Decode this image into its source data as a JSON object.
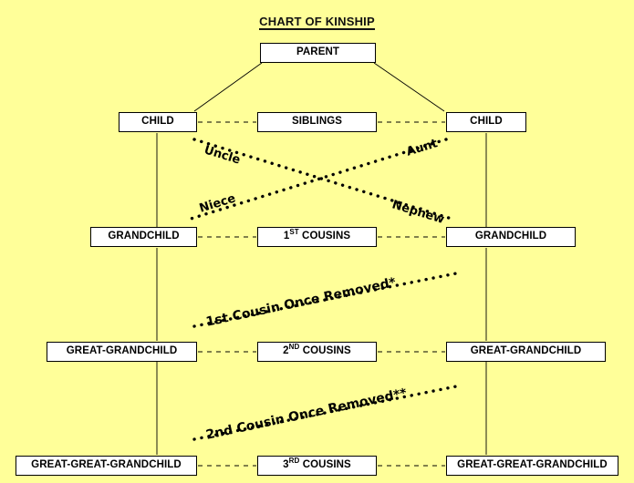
{
  "title": "CHART OF KINSHIP",
  "background_color": "#FFFF99",
  "box_fill_color": "#FFFFFF",
  "box_border_color": "#000000",
  "text_color": "#000000",
  "boxes": {
    "parent": "PARENT",
    "child_left": "CHILD",
    "siblings": "SIBLINGS",
    "child_right": "CHILD",
    "grandchild_left": "GRANDCHILD",
    "cousins_1st": "1ST COUSINS",
    "cousins_1st_number": "1",
    "cousins_1st_ordinal": "ST",
    "cousins_1st_word": " COUSINS",
    "grandchild_right": "GRANDCHILD",
    "great_grandchild_left": "GREAT-GRANDCHILD",
    "cousins_2nd_number": "2",
    "cousins_2nd_ordinal": "ND",
    "cousins_2nd_word": " COUSINS",
    "great_grandchild_right": "GREAT-GRANDCHILD",
    "great_great_grandchild_left": "GREAT-GREAT-GRANDCHILD",
    "cousins_3rd_number": "3",
    "cousins_3rd_ordinal": "RD",
    "cousins_3rd_word": " COUSINS",
    "great_great_grandchild_right": "GREAT-GREAT-GRANDCHILD"
  },
  "relations": {
    "uncle": "Uncle",
    "aunt": "Aunt",
    "niece": "Niece",
    "nephew": "Nephew",
    "cousin_1st_once_removed": "1st Cousin Once Removed*",
    "cousin_2nd_once_removed": "2nd Cousin Once Removed**"
  },
  "chart_data": {
    "type": "diagram",
    "title": "CHART OF KINSHIP",
    "diagram_kind": "kinship-genealogy-chart",
    "generations": [
      {
        "level": 0,
        "nodes": [
          {
            "id": "parent",
            "label": "PARENT",
            "column": "center"
          }
        ]
      },
      {
        "level": 1,
        "nodes": [
          {
            "id": "child_left",
            "label": "CHILD",
            "column": "left"
          },
          {
            "id": "siblings",
            "label": "SIBLINGS",
            "column": "center"
          },
          {
            "id": "child_right",
            "label": "CHILD",
            "column": "right"
          }
        ]
      },
      {
        "level": 2,
        "nodes": [
          {
            "id": "grandchild_left",
            "label": "GRANDCHILD",
            "column": "left"
          },
          {
            "id": "cousins_1st",
            "label": "1ST COUSINS",
            "column": "center"
          },
          {
            "id": "grandchild_right",
            "label": "GRANDCHILD",
            "column": "right"
          }
        ]
      },
      {
        "level": 3,
        "nodes": [
          {
            "id": "great_grandchild_left",
            "label": "GREAT-GRANDCHILD",
            "column": "left"
          },
          {
            "id": "cousins_2nd",
            "label": "2ND COUSINS",
            "column": "center"
          },
          {
            "id": "great_grandchild_right",
            "label": "GREAT-GRANDCHILD",
            "column": "right"
          }
        ]
      },
      {
        "level": 4,
        "nodes": [
          {
            "id": "great_great_grandchild_left",
            "label": "GREAT-GREAT-GRANDCHILD",
            "column": "left"
          },
          {
            "id": "cousins_3rd",
            "label": "3RD COUSINS",
            "column": "center"
          },
          {
            "id": "great_great_grandchild_right",
            "label": "GREAT-GREAT-GRANDCHILD",
            "column": "right"
          }
        ]
      }
    ],
    "edges": [
      {
        "from": "parent",
        "to": "child_left",
        "style": "solid",
        "kind": "descent"
      },
      {
        "from": "parent",
        "to": "child_right",
        "style": "solid",
        "kind": "descent"
      },
      {
        "from": "child_left",
        "to": "grandchild_left",
        "style": "solid",
        "kind": "descent"
      },
      {
        "from": "child_right",
        "to": "grandchild_right",
        "style": "solid",
        "kind": "descent"
      },
      {
        "from": "grandchild_left",
        "to": "great_grandchild_left",
        "style": "solid",
        "kind": "descent"
      },
      {
        "from": "grandchild_right",
        "to": "great_grandchild_right",
        "style": "solid",
        "kind": "descent"
      },
      {
        "from": "great_grandchild_left",
        "to": "great_great_grandchild_left",
        "style": "solid",
        "kind": "descent"
      },
      {
        "from": "great_grandchild_right",
        "to": "great_great_grandchild_right",
        "style": "solid",
        "kind": "descent"
      },
      {
        "from": "child_left",
        "to": "siblings",
        "style": "dashed",
        "kind": "relationship-label"
      },
      {
        "from": "siblings",
        "to": "child_right",
        "style": "dashed",
        "kind": "relationship-label"
      },
      {
        "from": "grandchild_left",
        "to": "cousins_1st",
        "style": "dashed",
        "kind": "relationship-label"
      },
      {
        "from": "cousins_1st",
        "to": "grandchild_right",
        "style": "dashed",
        "kind": "relationship-label"
      },
      {
        "from": "great_grandchild_left",
        "to": "cousins_2nd",
        "style": "dashed",
        "kind": "relationship-label"
      },
      {
        "from": "cousins_2nd",
        "to": "great_grandchild_right",
        "style": "dashed",
        "kind": "relationship-label"
      },
      {
        "from": "great_great_grandchild_left",
        "to": "cousins_3rd",
        "style": "dashed",
        "kind": "relationship-label"
      },
      {
        "from": "cousins_3rd",
        "to": "great_great_grandchild_right",
        "style": "dashed",
        "kind": "relationship-label"
      },
      {
        "from": "child_left",
        "to": "grandchild_right",
        "style": "dotted",
        "label": "Uncle",
        "secondary_label": "Nephew",
        "kind": "cross-relation"
      },
      {
        "from": "child_right",
        "to": "grandchild_left",
        "style": "dotted",
        "label": "Aunt",
        "secondary_label": "Niece",
        "kind": "cross-relation"
      },
      {
        "from": "grandchild_left",
        "to": "great_grandchild_right",
        "style": "dotted",
        "label": "1st Cousin Once Removed*",
        "kind": "cross-relation"
      },
      {
        "from": "great_grandchild_left",
        "to": "great_great_grandchild_right",
        "style": "dotted",
        "label": "2nd Cousin Once Removed**",
        "kind": "cross-relation"
      }
    ],
    "annotations": [
      "Uncle",
      "Aunt",
      "Niece",
      "Nephew",
      "1st Cousin Once Removed*",
      "2nd Cousin Once Removed**"
    ]
  }
}
